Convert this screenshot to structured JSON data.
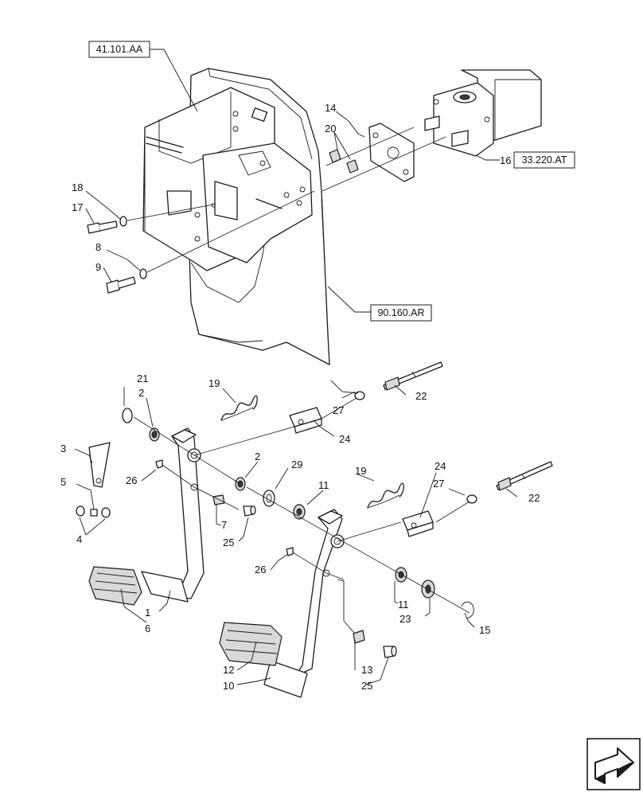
{
  "references": {
    "ref_41101": "41.101.AA",
    "ref_33220": "33.220.AT",
    "ref_90160": "90.160.AR"
  },
  "callouts": {
    "c1": "1",
    "c2a": "2",
    "c2b": "2",
    "c3": "3",
    "c4": "4",
    "c5": "5",
    "c6": "6",
    "c7": "7",
    "c8": "8",
    "c9": "9",
    "c10": "10",
    "c11a": "11",
    "c11b": "11",
    "c12": "12",
    "c13": "13",
    "c14": "14",
    "c15": "15",
    "c16": "16",
    "c17": "17",
    "c18": "18",
    "c19a": "19",
    "c19b": "19",
    "c20": "20",
    "c21": "21",
    "c22a": "22",
    "c22b": "22",
    "c23": "23",
    "c24a": "24",
    "c24b": "24",
    "c25a": "25",
    "c25b": "25",
    "c26a": "26",
    "c26b": "26",
    "c27a": "27",
    "c27b": "27",
    "c29": "29"
  },
  "icons": {
    "navigation": "next-page-arrow-icon"
  }
}
